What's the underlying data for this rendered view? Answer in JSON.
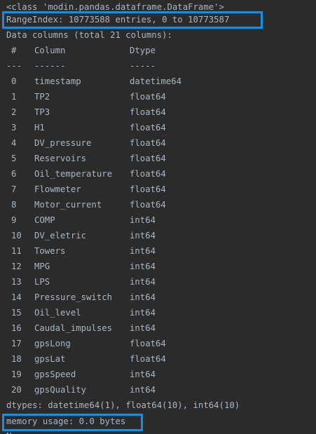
{
  "console": {
    "class_line": "<class 'modin.pandas.dataframe.DataFrame'>",
    "range_index": "RangeIndex: 10773588 entries, 0 to 10773587",
    "data_columns": "Data columns (total 21 columns):",
    "header": {
      "num": "#",
      "column": "Column",
      "dtype": "Dtype"
    },
    "separator": {
      "num": "---",
      "column": "------",
      "dtype": "-----"
    },
    "rows": [
      {
        "num": "0",
        "column": "timestamp",
        "dtype": "datetime64"
      },
      {
        "num": "1",
        "column": "TP2",
        "dtype": "float64"
      },
      {
        "num": "2",
        "column": "TP3",
        "dtype": "float64"
      },
      {
        "num": "3",
        "column": "H1",
        "dtype": "float64"
      },
      {
        "num": "4",
        "column": "DV_pressure",
        "dtype": "float64"
      },
      {
        "num": "5",
        "column": "Reservoirs",
        "dtype": "float64"
      },
      {
        "num": "6",
        "column": "Oil_temperature",
        "dtype": "float64"
      },
      {
        "num": "7",
        "column": "Flowmeter",
        "dtype": "float64"
      },
      {
        "num": "8",
        "column": "Motor_current",
        "dtype": "float64"
      },
      {
        "num": "9",
        "column": "COMP",
        "dtype": "int64"
      },
      {
        "num": "10",
        "column": "DV_eletric",
        "dtype": "int64"
      },
      {
        "num": "11",
        "column": "Towers",
        "dtype": "int64"
      },
      {
        "num": "12",
        "column": "MPG",
        "dtype": "int64"
      },
      {
        "num": "13",
        "column": "LPS",
        "dtype": "int64"
      },
      {
        "num": "14",
        "column": "Pressure_switch",
        "dtype": "int64"
      },
      {
        "num": "15",
        "column": "Oil_level",
        "dtype": "int64"
      },
      {
        "num": "16",
        "column": "Caudal_impulses",
        "dtype": "int64"
      },
      {
        "num": "17",
        "column": "gpsLong",
        "dtype": "float64"
      },
      {
        "num": "18",
        "column": "gpsLat",
        "dtype": "float64"
      },
      {
        "num": "19",
        "column": "gpsSpeed",
        "dtype": "int64"
      },
      {
        "num": "20",
        "column": "gpsQuality",
        "dtype": "int64"
      }
    ],
    "dtypes_line": "dtypes: datetime64(1), float64(10), int64(10)",
    "memory_line": "memory usage: 0.0 bytes",
    "trailing": "None",
    "highlight_color": "#1c8ed8",
    "text_color": "#a9b7c6",
    "background": "#2b2b2b"
  }
}
